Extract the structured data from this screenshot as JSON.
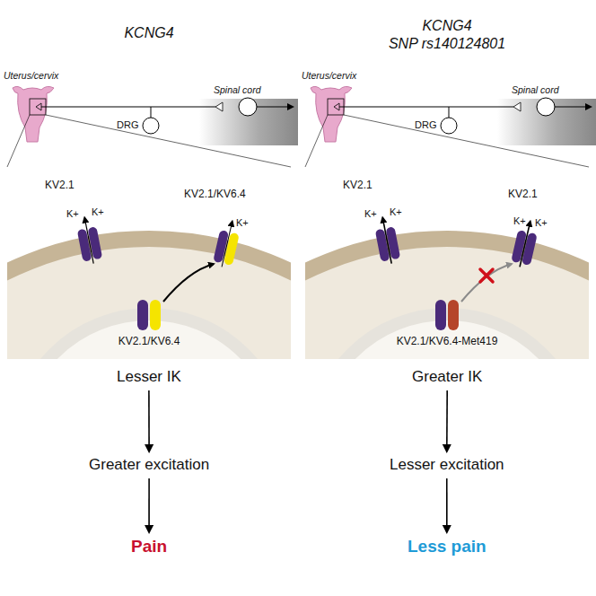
{
  "diagram": {
    "nodes": [
      {
        "text": [
          "Lesser IK"
        ]
      },
      {
        "text": [
          "Greater excitation"
        ]
      },
      {
        "text": [
          "Pain"
        ]
      },
      {
        "text": [
          "Greater IK"
        ]
      },
      {
        "text": [
          "Lesser excitation"
        ]
      },
      {
        "text": [
          "Less pain"
        ]
      }
    ],
    "edges": [
      {
        "from": 0,
        "to": 1,
        "arrow": "to"
      },
      {
        "from": 1,
        "to": 2,
        "arrow": "to"
      },
      {
        "from": 3,
        "to": 4,
        "arrow": "to"
      },
      {
        "from": 4,
        "to": 5,
        "arrow": "to"
      }
    ],
    "labels": [
      "KCNG4",
      "Uterus/cervix",
      "Spinal cord",
      "DRG",
      "KV2.1",
      "K+",
      "K+",
      "KV2.1/KV6.4",
      "K+",
      "KV2.1/KV6.4",
      "KCNG4",
      "SNP rs140124801",
      "Uterus/cervix",
      "Spinal cord",
      "DRG",
      "KV2.1",
      "K+",
      "K+",
      "KV2.1",
      "K+",
      "K+",
      "KV2.1/KV6.4-Met419"
    ]
  }
}
